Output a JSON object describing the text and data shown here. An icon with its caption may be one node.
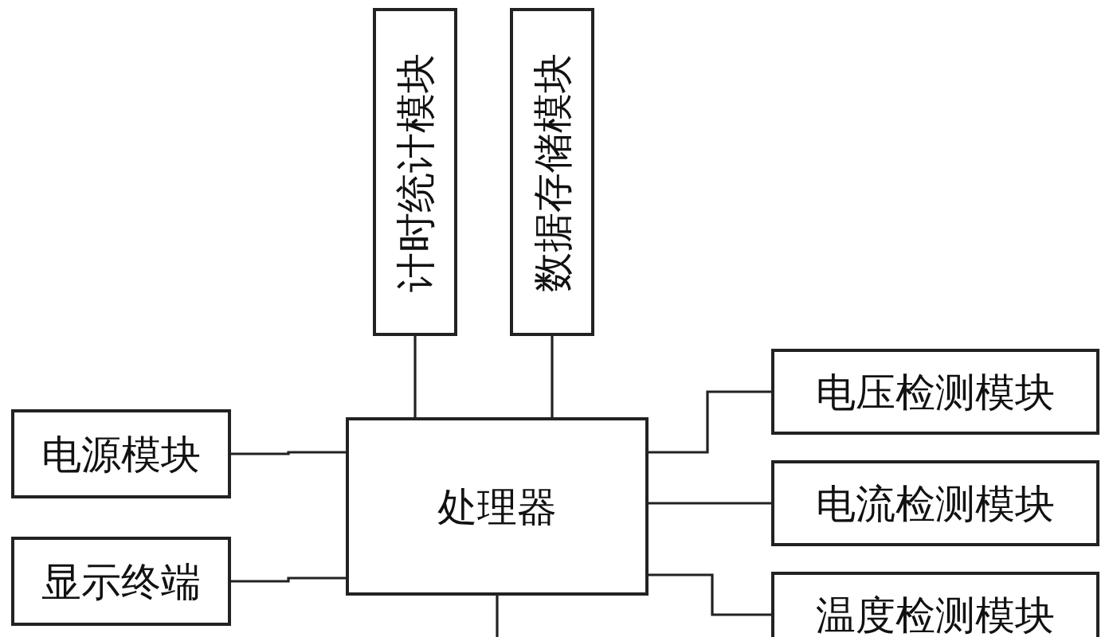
{
  "diagram": {
    "nodes": [
      {
        "text": [
          "计时统计模块"
        ]
      },
      {
        "text": [
          "数据存储模块"
        ]
      },
      {
        "text": [
          "电源模块"
        ]
      },
      {
        "text": [
          "处理器"
        ]
      },
      {
        "text": [
          "显示终端"
        ]
      },
      {
        "text": [
          "电压检测模块"
        ]
      },
      {
        "text": [
          "电流检测模块"
        ]
      },
      {
        "text": [
          "温度检测模块"
        ]
      }
    ],
    "edges": [
      {
        "from": 0,
        "to": 3,
        "arrow": "none"
      },
      {
        "from": 1,
        "to": 3,
        "arrow": "none"
      },
      {
        "from": 2,
        "to": 3,
        "arrow": "none"
      },
      {
        "from": 4,
        "to": 3,
        "arrow": "none"
      },
      {
        "from": 3,
        "to": 5,
        "arrow": "none"
      },
      {
        "from": 3,
        "to": 6,
        "arrow": "none"
      },
      {
        "from": 3,
        "to": 7,
        "arrow": "none"
      },
      {
        "from": 3,
        "to": null,
        "arrow": "none"
      }
    ]
  }
}
